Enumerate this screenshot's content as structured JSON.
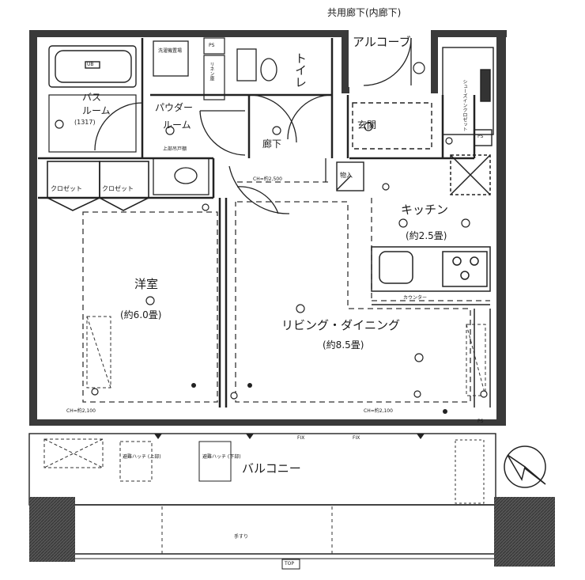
{
  "rooms": {
    "western": {
      "name": "洋室",
      "size": "(約6.0畳)"
    },
    "living": {
      "name": "リビング・ダイニング",
      "size": "(約8.5畳)"
    },
    "kitchen": {
      "name": "キッチン",
      "size": "(約2.5畳)"
    },
    "bath_line1": "バス",
    "bath_line2": "ルーム",
    "bath_size": "(1317)",
    "powder_line1": "パウダー",
    "powder_line2": "ルーム",
    "toilet": "トイレ",
    "hallway": "廊下",
    "entrance": "玄関",
    "alcove": "アルコーブ",
    "balcony": "バルコニー"
  },
  "labels": {
    "corridor": "共用廊下(内廊下)",
    "closet_1": "クロゼット",
    "closet_2": "クロゼット",
    "ps_top": "PS",
    "ps_right": "PS",
    "ps_bottom": "PS",
    "counter": "カウンター",
    "shoe_closet": "シューズインクロゼット",
    "linen": "リネン庫",
    "washer": "洗濯機置場",
    "storage": "上部吊戸棚",
    "inlet": "物入",
    "ub": "UB",
    "ch_1": "CH=約2,500",
    "ch_2": "CH=約2,100",
    "ch_3": "CH=約2,100",
    "evac_1": "避難ハッチ (上部)",
    "evac_2": "避難ハッチ (下部)",
    "handrail": "手すり",
    "top": "TOP",
    "fixed_1": "FIX",
    "fixed_2": "FIX",
    "entry_mark": "□"
  },
  "colors": {
    "wall": "#3a3a3a",
    "line": "#222222",
    "paper": "#ffffff"
  },
  "icons": [
    "north-arrow-icon",
    "door-swing-icon",
    "light-fixture-icon",
    "sink-icon",
    "stove-icon",
    "bathtub-icon",
    "toilet-icon"
  ]
}
